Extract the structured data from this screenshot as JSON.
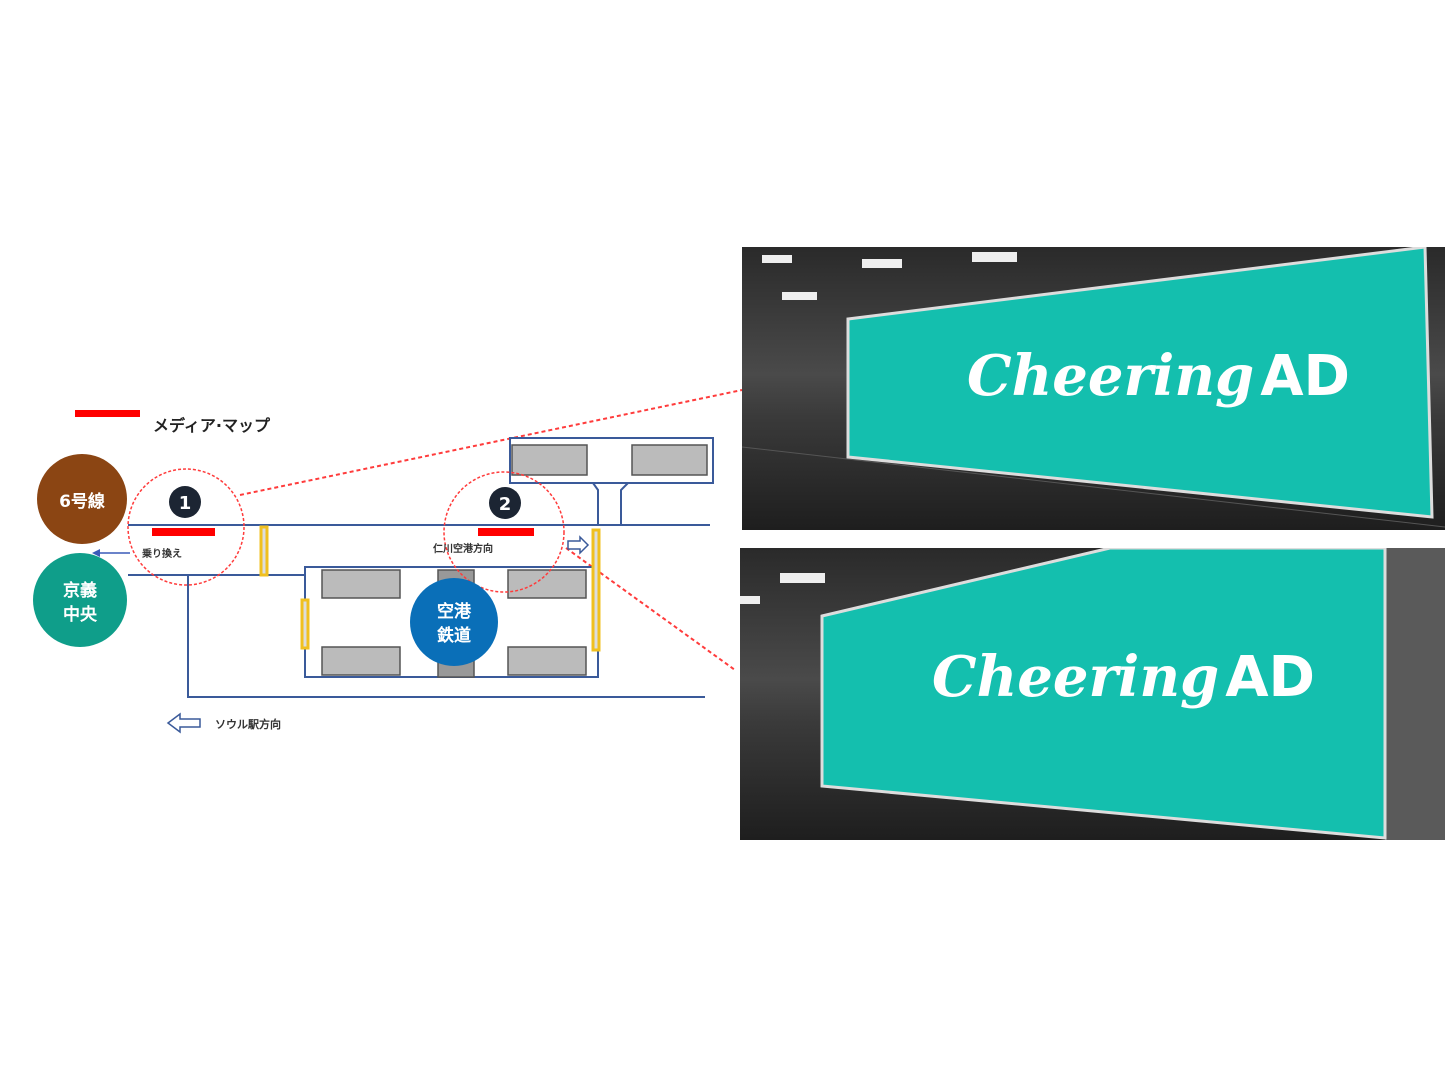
{
  "legend": {
    "label": "メディア·マップ",
    "color": "#ff0000"
  },
  "stations": {
    "line6": {
      "label": "6号線",
      "color": "#8b4513"
    },
    "gyeongui_line1": "京義",
    "gyeongui_line2": "中央",
    "gyeongui_color": "#0f9e8a",
    "airport_line1": "空港",
    "airport_line2": "鉄道",
    "airport_color": "#0a6fb8"
  },
  "markers": [
    "1",
    "2"
  ],
  "labels": {
    "transfer": "乗り換え",
    "incheon": "仁川空港方向",
    "seoul": "ソウル駅方向"
  },
  "photos": [
    {
      "brand": "Cheering",
      "suffix": "AD"
    },
    {
      "brand": "Cheering",
      "suffix": "AD"
    }
  ],
  "colors": {
    "panel": "#14bfae",
    "track": "#3a5a9a",
    "callout": "#ff3b3b"
  }
}
